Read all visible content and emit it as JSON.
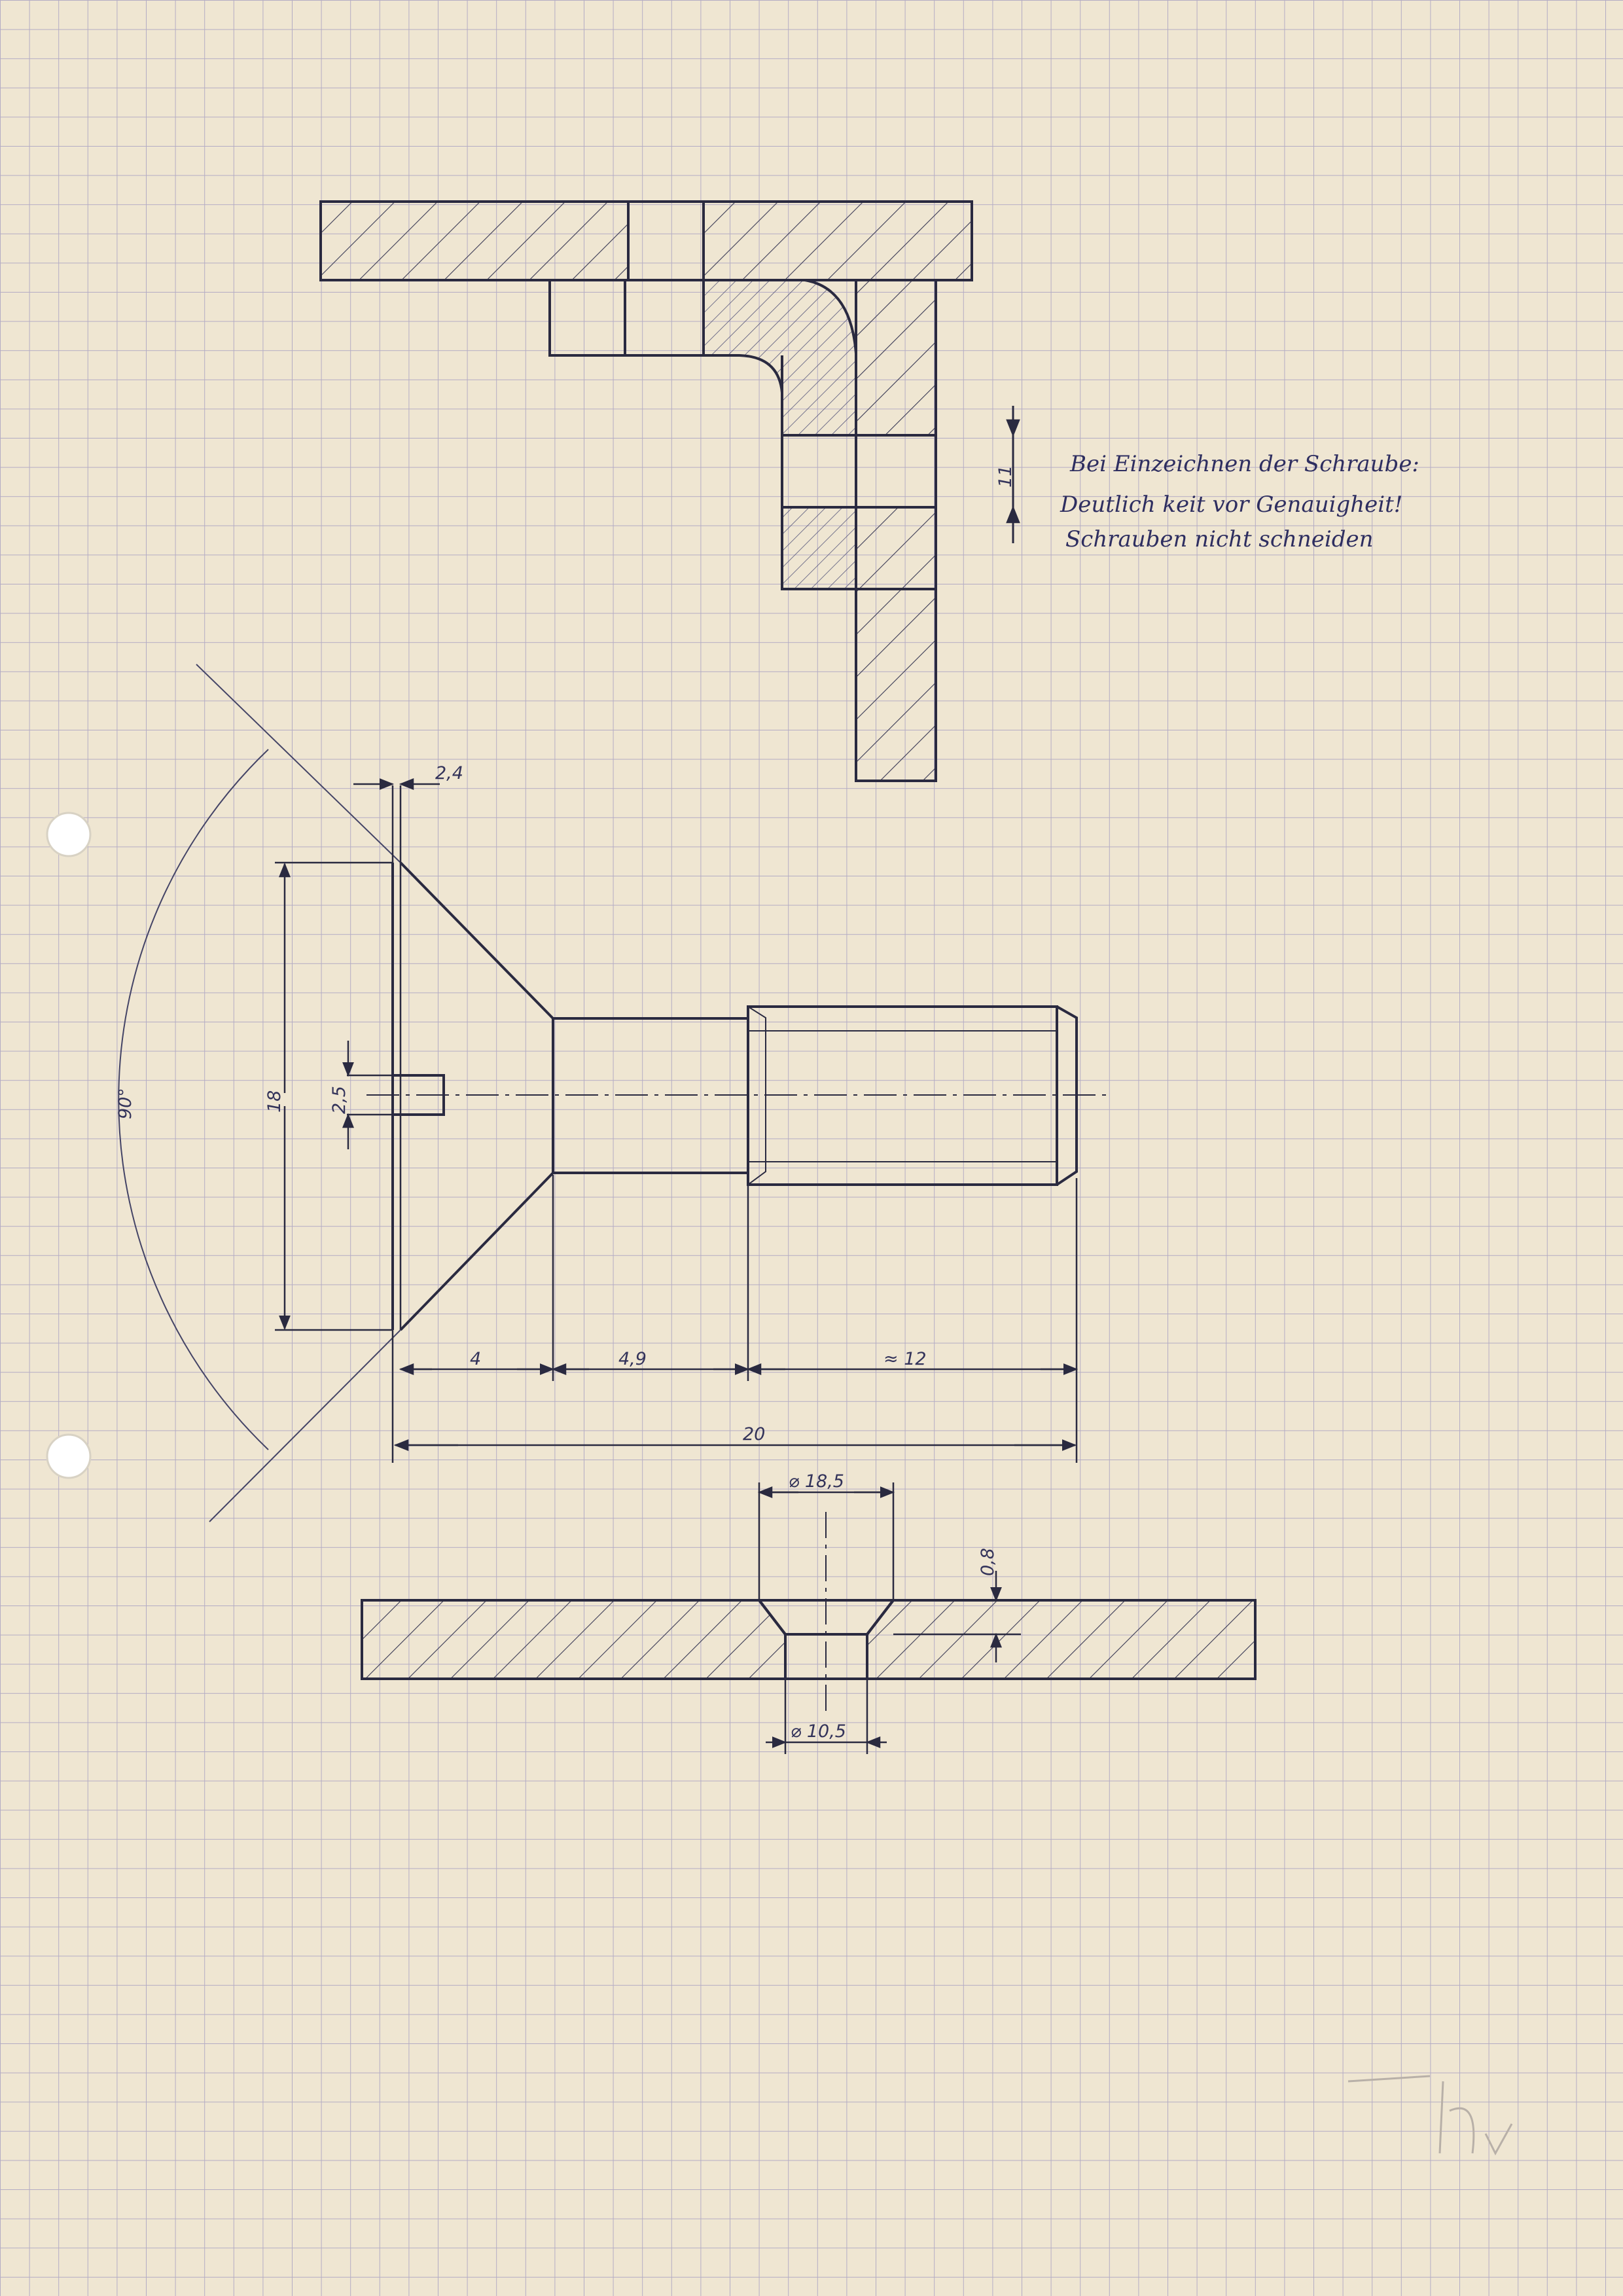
{
  "note": {
    "line1": "Bei Einzeichnen der Schraube:",
    "line2": "Deutlich keit vor Genauigheit!",
    "line3": "Schrauben nicht schneiden"
  },
  "dimensions": {
    "section_height": "11",
    "head_height": "2,4",
    "head_diameter": "18",
    "slot_width": "2,5",
    "angle": "90°",
    "head_length": "4",
    "shank_length": "4,9",
    "thread_length": "≈ 12",
    "total_length": "20",
    "counterbore_diameter": "⌀ 18,5",
    "counterbore_depth": "0,8",
    "hole_diameter": "⌀ 10,5"
  },
  "colors": {
    "paper": "#efe6d2",
    "grid": "#b4acc4",
    "ink": "#2a2a40"
  }
}
